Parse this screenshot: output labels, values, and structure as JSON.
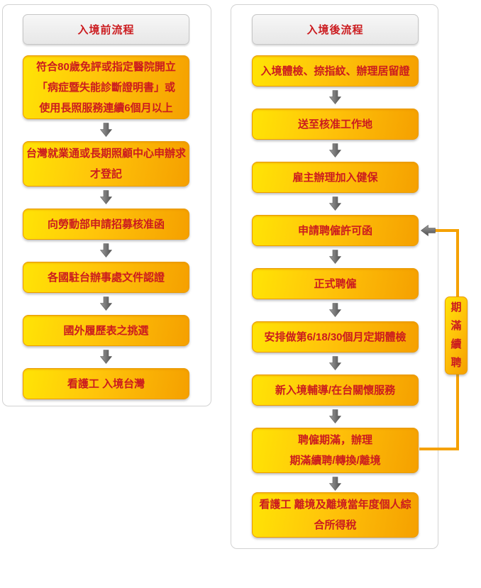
{
  "colors": {
    "box_yellow": "#ffe405",
    "box_orange": "#f5a000",
    "text_red": "#cb1b1f",
    "line_orange": "#f5a100"
  },
  "pre_entry": {
    "title": "入境前流程",
    "steps": [
      "符合80歲免評或指定醫院開立\n「病症暨失能診斷證明書」或\n使用長照服務連續6個月以上",
      "台灣就業通或長期照顧中心申辦求\n才登記",
      "向勞動部申請招募核准函",
      "各國駐台辦事處文件認證",
      "國外履歷表之挑選",
      "看護工 入境台灣"
    ]
  },
  "post_entry": {
    "title": "入境後流程",
    "steps": [
      "入境體檢、捺指紋、辦理居留證",
      "送至核准工作地",
      "雇主辦理加入健保",
      "申請聘僱許可函",
      "正式聘僱",
      "安排做第6/18/30個月定期體檢",
      "新入境輔導/在台關懷服務",
      "聘僱期滿，辦理\n期滿續聘/轉換/離境",
      "看護工 離境及離境當年度個人綜\n合所得稅"
    ]
  },
  "renewal_loop": {
    "label": "期\n滿\n續\n聘"
  }
}
